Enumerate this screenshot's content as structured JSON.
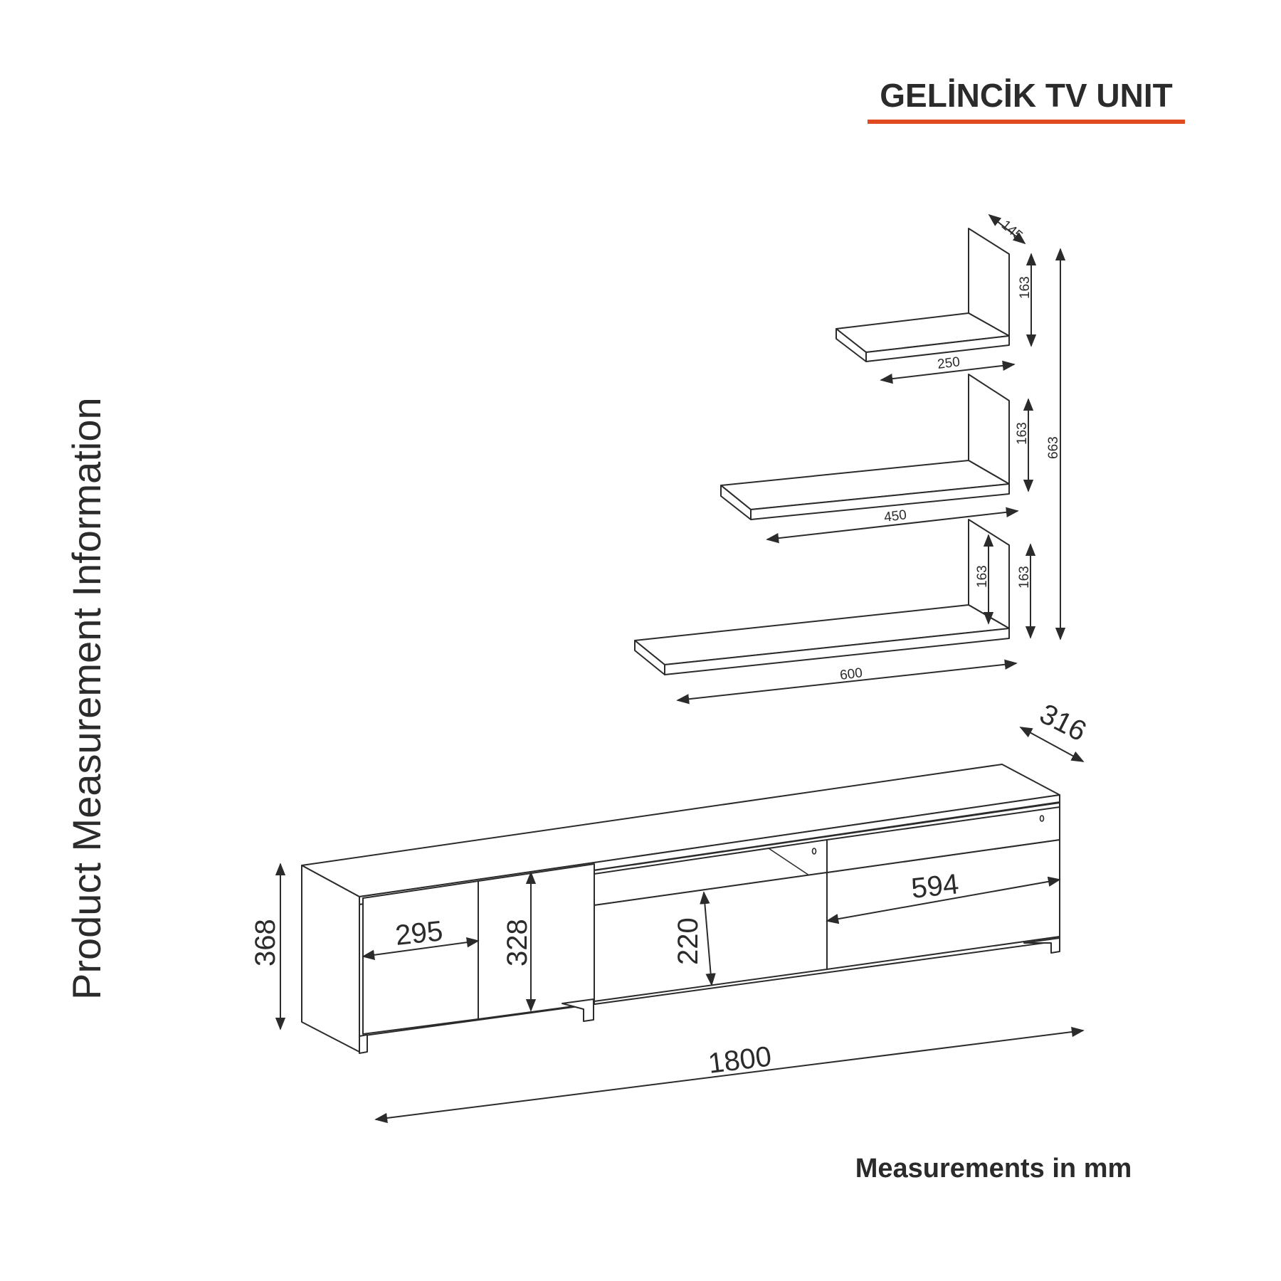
{
  "header": {
    "title": "GELİNCİK TV UNIT",
    "accent_color": "#e04a1f"
  },
  "side_label": "Product Measurement Information",
  "footer": {
    "units_note": "Measurements in mm"
  },
  "shelves": {
    "top": {
      "width": "250",
      "height": "163",
      "depth": "145"
    },
    "middle": {
      "width": "450",
      "height": "163"
    },
    "bottom": {
      "width": "600",
      "height_inner": "163",
      "height_outer": "163"
    },
    "total_height": "663"
  },
  "tv_unit": {
    "width": "1800",
    "depth": "316",
    "height": "368",
    "left_door_width": "295",
    "door_height": "328",
    "flap_height": "220",
    "drawer_width": "594"
  }
}
